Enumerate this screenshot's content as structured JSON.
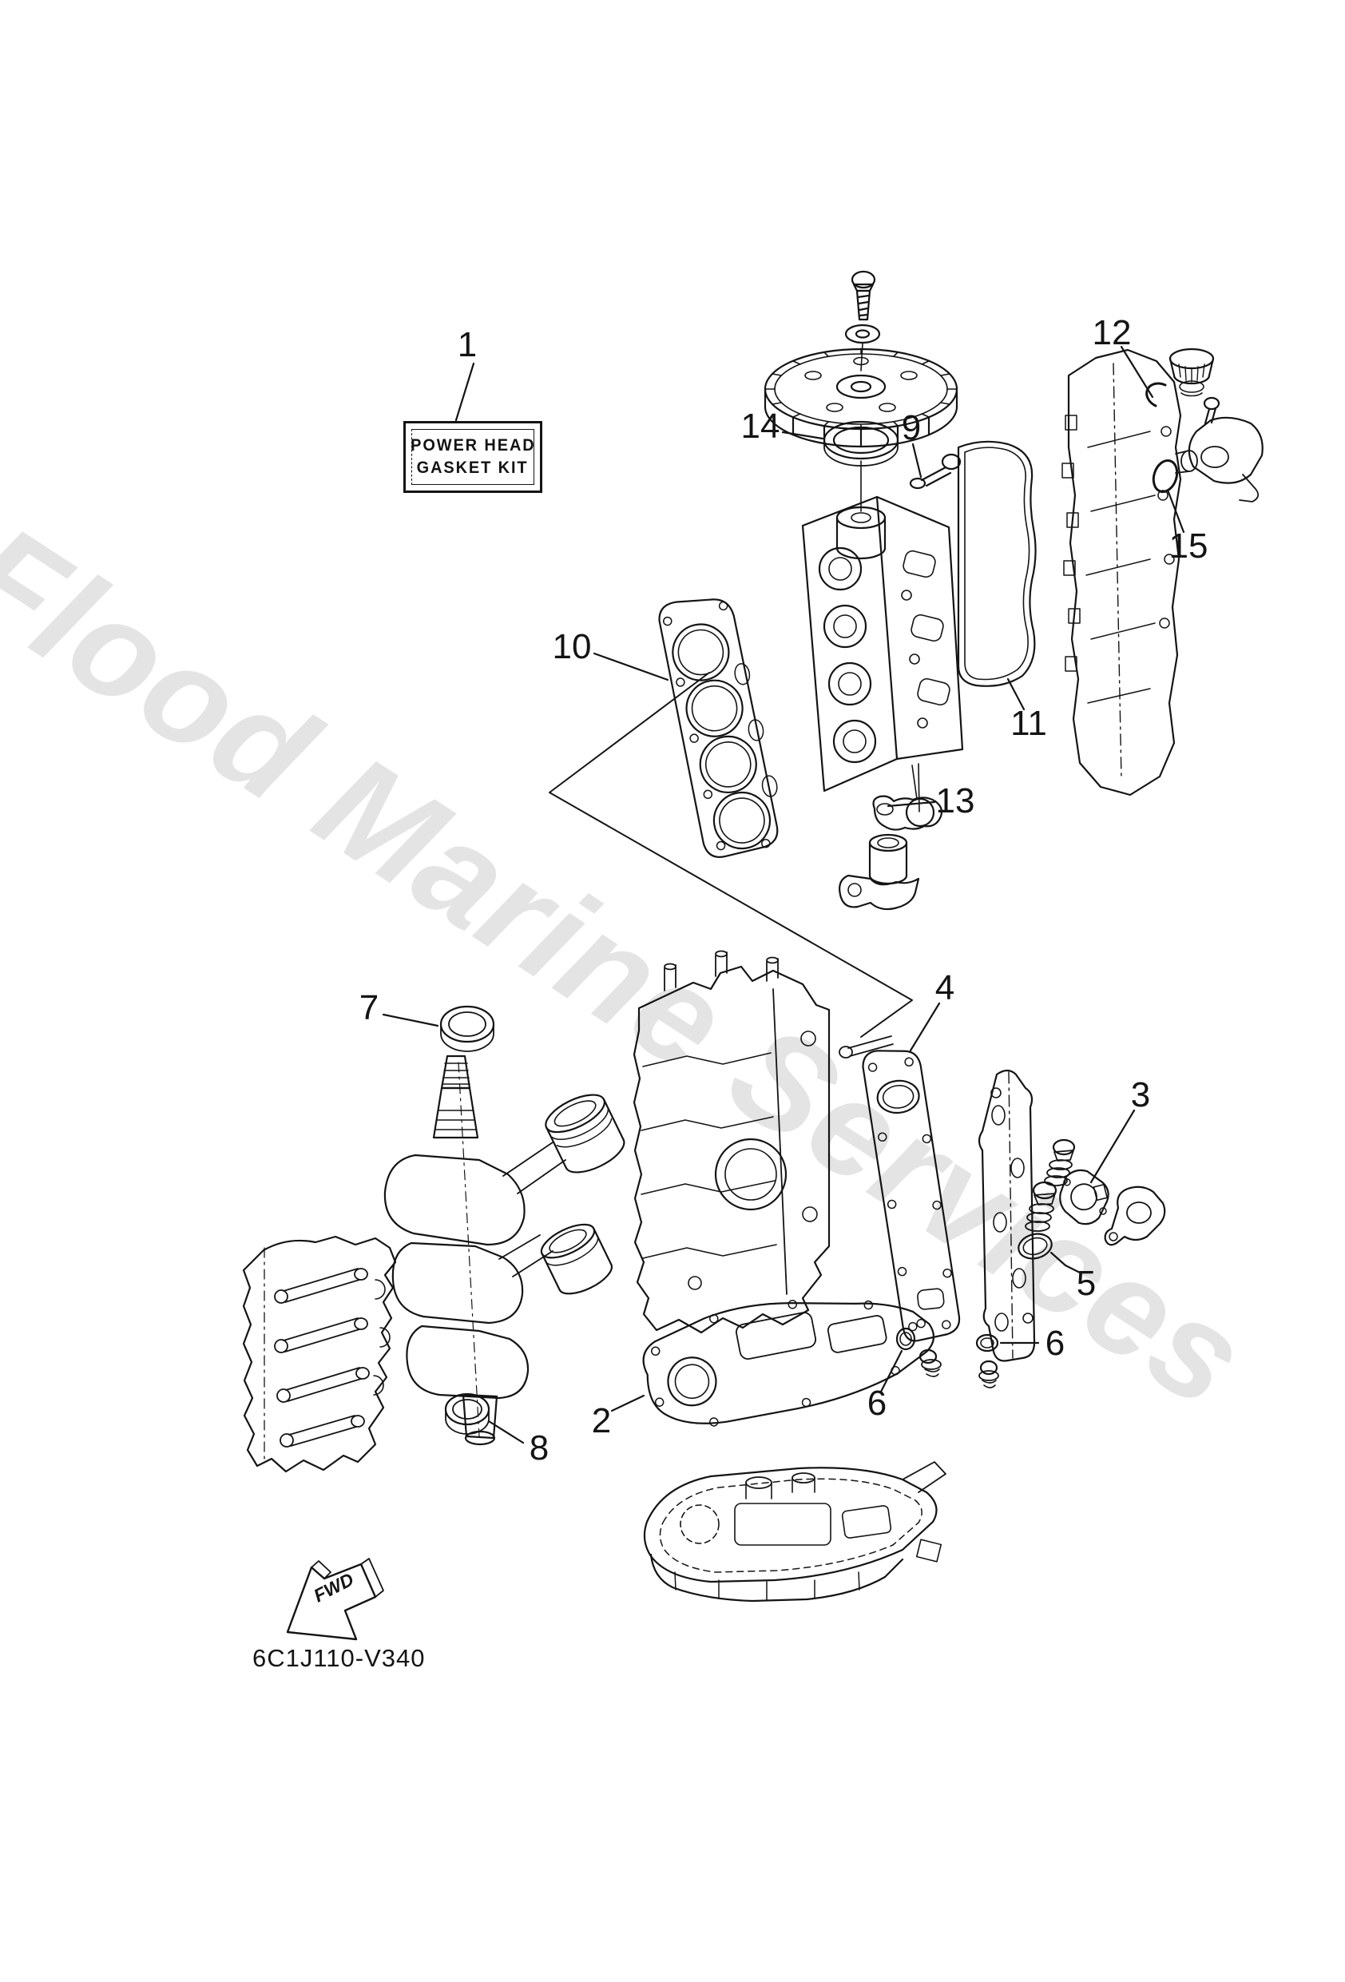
{
  "watermark": "Flood Marine Services",
  "kit_label": {
    "line1": "POWER HEAD",
    "line2": "GASKET KIT"
  },
  "drawing_code": "6C1J110-V340",
  "fwd": "FWD",
  "callouts": {
    "c1": "1",
    "c2": "2",
    "c3": "3",
    "c4": "4",
    "c5": "5",
    "c6a": "6",
    "c6b": "6",
    "c7": "7",
    "c8": "8",
    "c9": "9",
    "c10": "10",
    "c11": "11",
    "c12": "12",
    "c13": "13",
    "c14": "14",
    "c15": "15"
  },
  "colors": {
    "line": "#141414",
    "watermark": "#e4e4e4",
    "background": "#ffffff"
  }
}
